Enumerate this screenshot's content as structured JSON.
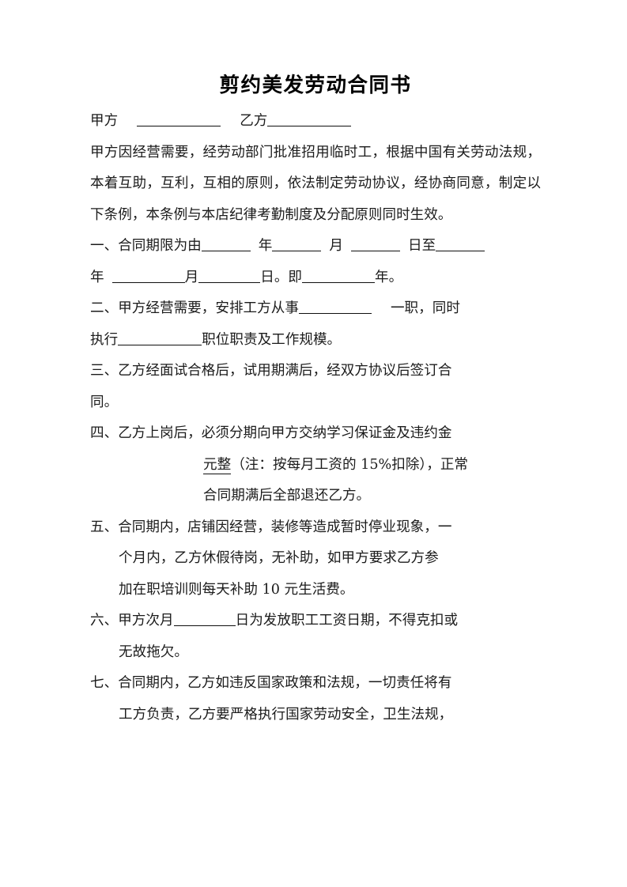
{
  "document": {
    "title": "剪约美发劳动合同书",
    "parties_line": {
      "party_a_label": "甲方",
      "party_b_label": "乙方"
    },
    "preamble": "甲方因经营需要，经劳动部门批准招用临时工，根据中国有关劳动法规，本着互助，互利，互相的原则，依法制定劳动协议，经协商同意，制定以下条例，本条例与本店纪律考勤制度及分配原则同时生效。",
    "clauses": [
      {
        "number": "一、",
        "line1_a": "合同期限为由",
        "line1_b": "年",
        "line1_c": "月",
        "line1_d": "日至",
        "line2_a": "年",
        "line2_b": "月",
        "line2_c": "日。即",
        "line2_d": "年。"
      },
      {
        "number": "二、",
        "line1_a": "甲方经营需要，安排工方从事",
        "line1_b": "一职，同时",
        "line2_a": "执行",
        "line2_b": "职位职责及工作规模。"
      },
      {
        "number": "三、",
        "line1": "乙方经面试合格后，试用期满后，经双方协议后签订合",
        "line2": "同。"
      },
      {
        "number": "四、",
        "line1": "乙方上岗后，必须分期向甲方交纳学习保证金及违约金",
        "line2_underlined": "元整",
        "line2_rest": "（注：按每月工资的 15%扣除），正常",
        "line3": "合同期满后全部退还乙方。"
      },
      {
        "number": "五、",
        "line1": "合同期内，店铺因经营，装修等造成暂时停业现象，一",
        "line2": "个月内，乙方休假待岗，无补助，如甲方要求乙方参",
        "line3": "加在职培训则每天补助 10 元生活费。"
      },
      {
        "number": "六、",
        "line1_a": "甲方次月",
        "line1_b": "日为发放职工工资日期，不得克扣或",
        "line2": "无故拖欠。"
      },
      {
        "number": "七、",
        "line1": "合同期内，乙方如违反国家政策和法规，一切责任将有",
        "line2": "工方负责，乙方要严格执行国家劳动安全，卫生法规，"
      }
    ]
  },
  "colors": {
    "page_background": "#ffffff",
    "title_text": "#000000",
    "body_text": "#1b1b1b",
    "rule_line": "#0f0f0f"
  }
}
